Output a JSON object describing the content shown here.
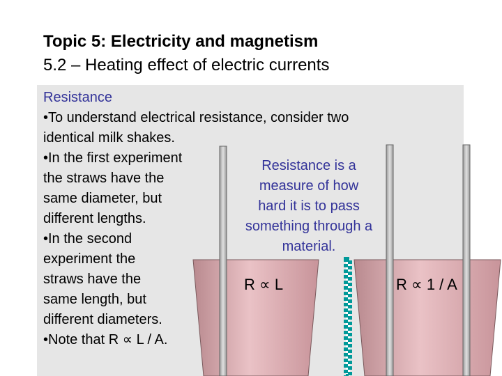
{
  "slide": {
    "title": "Topic 5: Electricity and magnetism",
    "subtitle": "5.2 – Heating effect of electric currents"
  },
  "content": {
    "heading": "Resistance",
    "lines": [
      "•To understand electrical resistance, consider two",
      "identical milk shakes.",
      "•In the first experiment",
      "the straws have the",
      "same diameter, but",
      "different lengths.",
      "•In the second",
      "experiment the",
      "straws have the",
      "same length, but",
      "different diameters.",
      "•Note that R ∝ L / A."
    ]
  },
  "callout": {
    "lines": [
      "Resistance is a",
      "measure of how",
      "hard it is to pass",
      "something through a",
      "material."
    ]
  },
  "formulas": {
    "length": "R ∝ L",
    "area": "R ∝ 1 / A"
  },
  "colors": {
    "accent_text": "#333399",
    "panel": "#e6e6e6",
    "cup_fill": "#d9a4a9",
    "straw": "#b3b3b3",
    "straw_highlight": "#009999"
  }
}
